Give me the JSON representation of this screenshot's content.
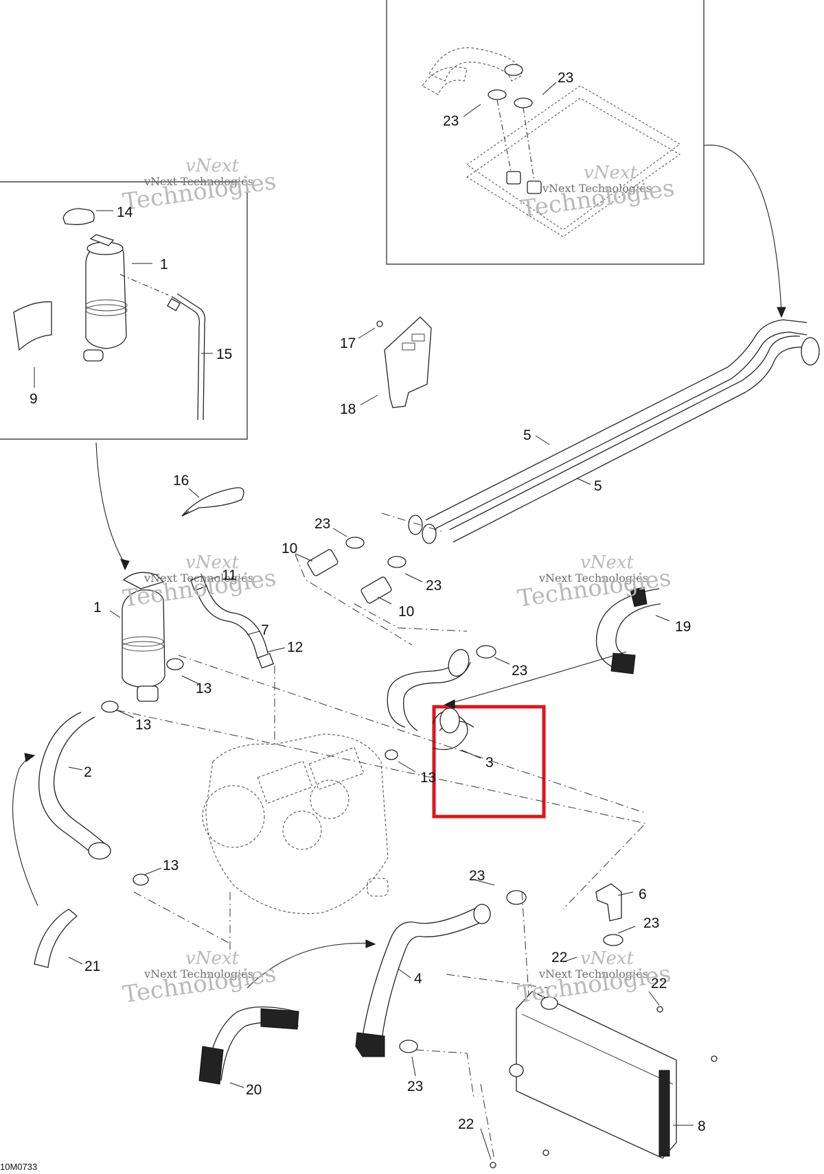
{
  "document_code": "10M0733",
  "watermark": {
    "line1": "vNext",
    "line2": "vNext Technologies",
    "line3": "Technologies"
  },
  "part_labels": [
    {
      "id": "label-14",
      "text": "14"
    },
    {
      "id": "label-1-top",
      "text": "1"
    },
    {
      "id": "label-15",
      "text": "15"
    },
    {
      "id": "label-9",
      "text": "9"
    },
    {
      "id": "label-23-a",
      "text": "23"
    },
    {
      "id": "label-23-b",
      "text": "23"
    },
    {
      "id": "label-17",
      "text": "17"
    },
    {
      "id": "label-18",
      "text": "18"
    },
    {
      "id": "label-5-a",
      "text": "5"
    },
    {
      "id": "label-5-b",
      "text": "5"
    },
    {
      "id": "label-16",
      "text": "16"
    },
    {
      "id": "label-23-c",
      "text": "23"
    },
    {
      "id": "label-10-a",
      "text": "10"
    },
    {
      "id": "label-23-d",
      "text": "23"
    },
    {
      "id": "label-10-b",
      "text": "10"
    },
    {
      "id": "label-11",
      "text": "11"
    },
    {
      "id": "label-1-mid",
      "text": "1"
    },
    {
      "id": "label-7",
      "text": "7"
    },
    {
      "id": "label-12",
      "text": "12"
    },
    {
      "id": "label-19",
      "text": "19"
    },
    {
      "id": "label-23-e",
      "text": "23"
    },
    {
      "id": "label-13-a",
      "text": "13"
    },
    {
      "id": "label-13-b",
      "text": "13"
    },
    {
      "id": "label-13-c",
      "text": "13"
    },
    {
      "id": "label-2",
      "text": "2"
    },
    {
      "id": "label-3",
      "text": "3"
    },
    {
      "id": "label-13-d",
      "text": "13"
    },
    {
      "id": "label-23-f",
      "text": "23"
    },
    {
      "id": "label-6",
      "text": "6"
    },
    {
      "id": "label-23-g",
      "text": "23"
    },
    {
      "id": "label-21",
      "text": "21"
    },
    {
      "id": "label-22-a",
      "text": "22"
    },
    {
      "id": "label-22-b",
      "text": "22"
    },
    {
      "id": "label-4",
      "text": "4"
    },
    {
      "id": "label-20",
      "text": "20"
    },
    {
      "id": "label-23-h",
      "text": "23"
    },
    {
      "id": "label-22-c",
      "text": "22"
    },
    {
      "id": "label-8",
      "text": "8"
    }
  ],
  "highlight": {
    "color": "#e0141e",
    "target": "3"
  },
  "colors": {
    "line": "#222222",
    "watermark": "#b9b9b9",
    "background": "#ffffff"
  }
}
